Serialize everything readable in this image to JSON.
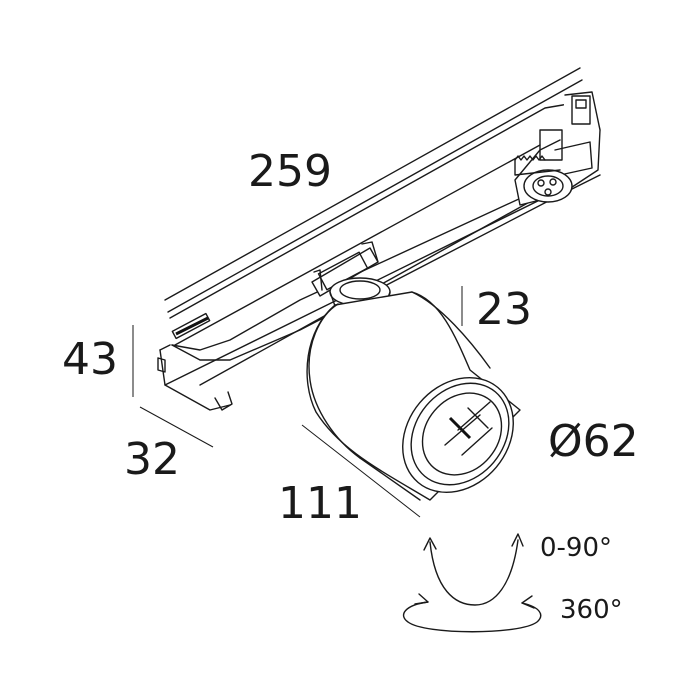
{
  "dimensions": {
    "length": "259",
    "height": "43",
    "width": "32",
    "adapter_height": "23",
    "spot_length": "111",
    "diameter": "Ø62"
  },
  "rotation": {
    "tilt": "0-90°",
    "pan": "360°"
  }
}
